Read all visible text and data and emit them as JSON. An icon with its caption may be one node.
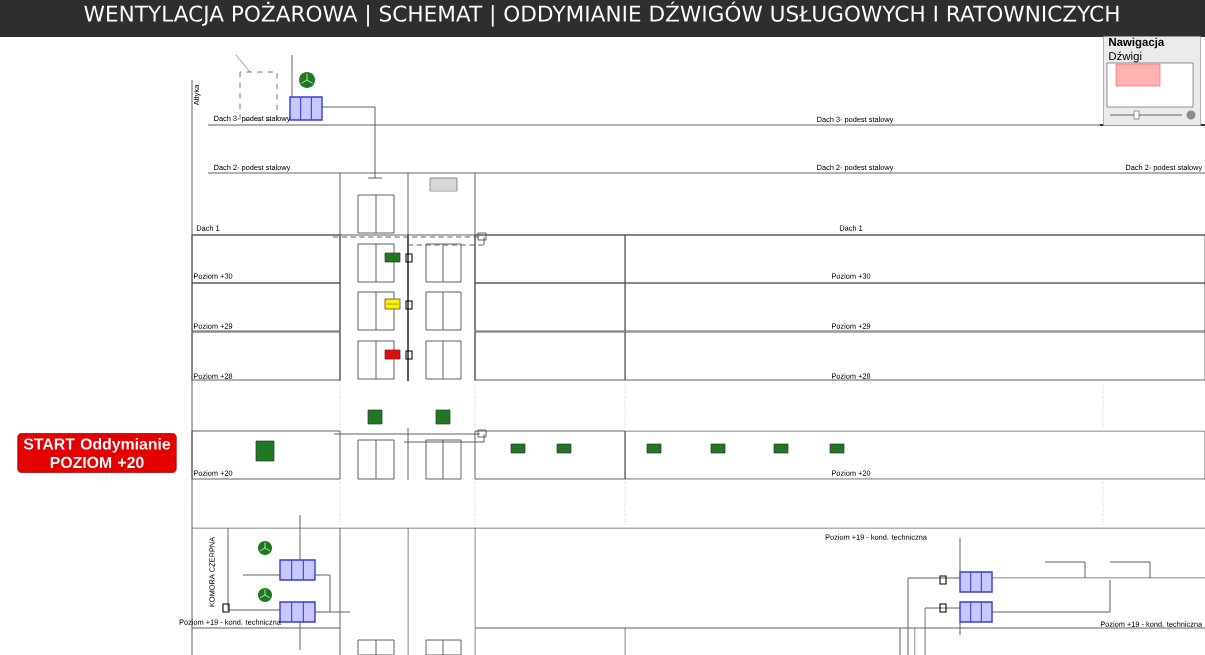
{
  "diagram": {
    "title": "WENTYLACJA POŻAROWA | SCHEMAT | ODDYMIANIE DŹWIGÓW USŁUGOWYCH I RATOWNICZYCH",
    "nodes": [
      {
        "text": [
          "START Oddymianie POZIOM +20"
        ]
      },
      {
        "text": [
          "Nawigacja",
          "Dźwigi"
        ]
      }
    ],
    "labels": [
      "Attyka",
      "Dach 3- podest stalowy",
      "Dach 3- podest stalowy",
      "Dach 2- podest stalowy",
      "Dach 2- podest stalowy",
      "Dach 2- podest stalowy",
      "Dach 1",
      "Dach 1",
      "Poziom +30",
      "Poziom +30",
      "Poziom +29",
      "Poziom +29",
      "Poziom +28",
      "Poziom +28",
      "Poziom +20",
      "Poziom +20",
      "KOMORA CZERPNA",
      "Poziom +19 - kond. techniczna",
      "Poziom +19 - kond. techniczna",
      "Poziom +19 - kond. techniczna"
    ]
  }
}
